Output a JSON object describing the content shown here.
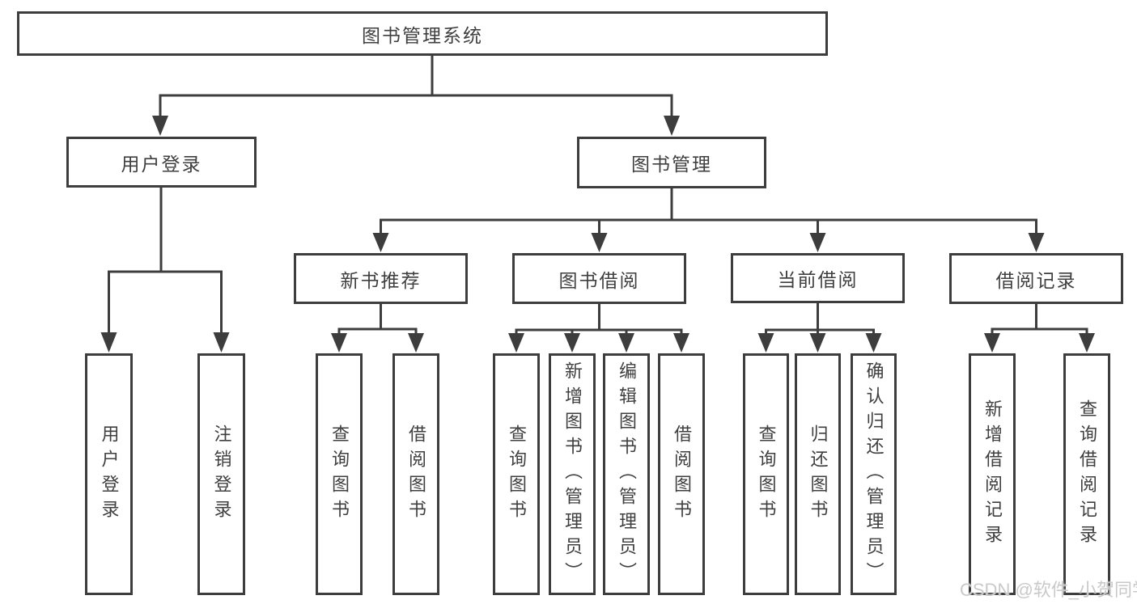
{
  "app": {
    "type": "hierarchy-diagram",
    "title": "图书管理系统"
  },
  "colors": {
    "line": "#3d3d3d",
    "text": "#3f3f3f",
    "background": "#ffffff",
    "watermark": "#c9c9c9"
  },
  "nodes": {
    "root": {
      "label": "图书管理系统"
    },
    "user_login": {
      "label": "用户登录"
    },
    "book_mgmt": {
      "label": "图书管理"
    },
    "new_book_rec": {
      "label": "新书推荐"
    },
    "book_borrow": {
      "label": "图书借阅"
    },
    "current_borrow": {
      "label": "当前借阅"
    },
    "borrow_records": {
      "label": "借阅记录"
    },
    "leaf_login": {
      "label": "用户登录"
    },
    "leaf_logout": {
      "label": "注销登录"
    },
    "leaf_nb_query": {
      "label": "查询图书"
    },
    "leaf_nb_borrow": {
      "label": "借阅图书"
    },
    "leaf_bb_query": {
      "label": "查询图书"
    },
    "leaf_bb_add": {
      "label": "新增图书（管理员）"
    },
    "leaf_bb_edit": {
      "label": "编辑图书（管理员）"
    },
    "leaf_bb_borrow": {
      "label": "借阅图书"
    },
    "leaf_cb_query": {
      "label": "查询图书"
    },
    "leaf_cb_return": {
      "label": "归还图书"
    },
    "leaf_cb_confirm": {
      "label": "确认归还（管理员）"
    },
    "leaf_br_add": {
      "label": "新增借阅记录"
    },
    "leaf_br_query": {
      "label": "查询借阅记录"
    }
  },
  "hierarchy": {
    "图书管理系统": {
      "用户登录": [
        "用户登录",
        "注销登录"
      ],
      "图书管理": {
        "新书推荐": [
          "查询图书",
          "借阅图书"
        ],
        "图书借阅": [
          "查询图书",
          "新增图书（管理员）",
          "编辑图书（管理员）",
          "借阅图书"
        ],
        "当前借阅": [
          "查询图书",
          "归还图书",
          "确认归还（管理员）"
        ],
        "借阅记录": [
          "新增借阅记录",
          "查询借阅记录"
        ]
      }
    }
  },
  "watermark": {
    "text": "CSDN @软件_小贺同学"
  }
}
